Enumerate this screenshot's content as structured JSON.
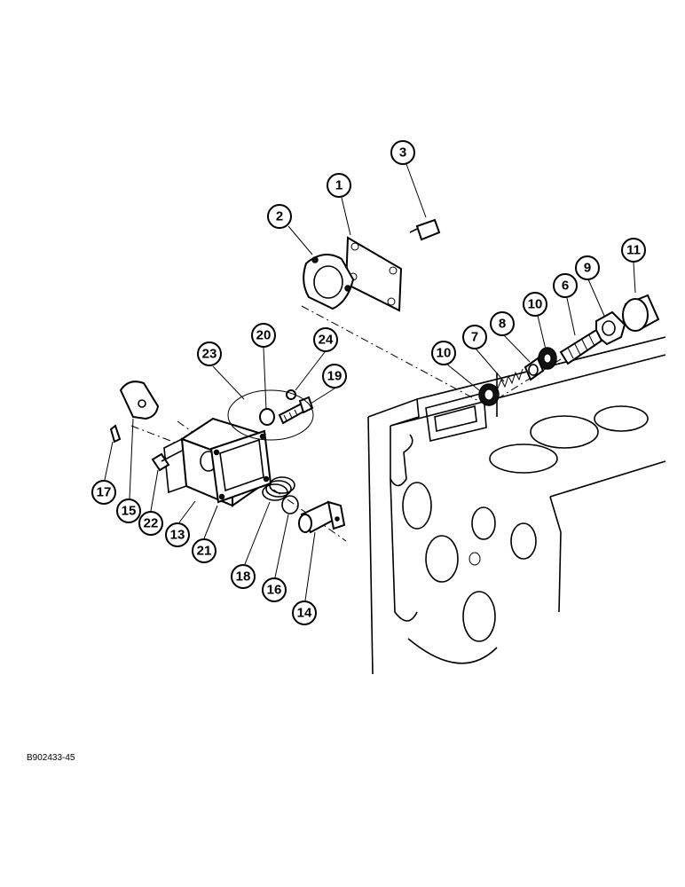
{
  "callouts": [
    "1",
    "2",
    "3",
    "6",
    "7",
    "8",
    "9",
    "10",
    "10",
    "11",
    "13",
    "14",
    "15",
    "16",
    "17",
    "18",
    "19",
    "20",
    "21",
    "22",
    "23",
    "24"
  ],
  "figure_code": "B902433-45"
}
